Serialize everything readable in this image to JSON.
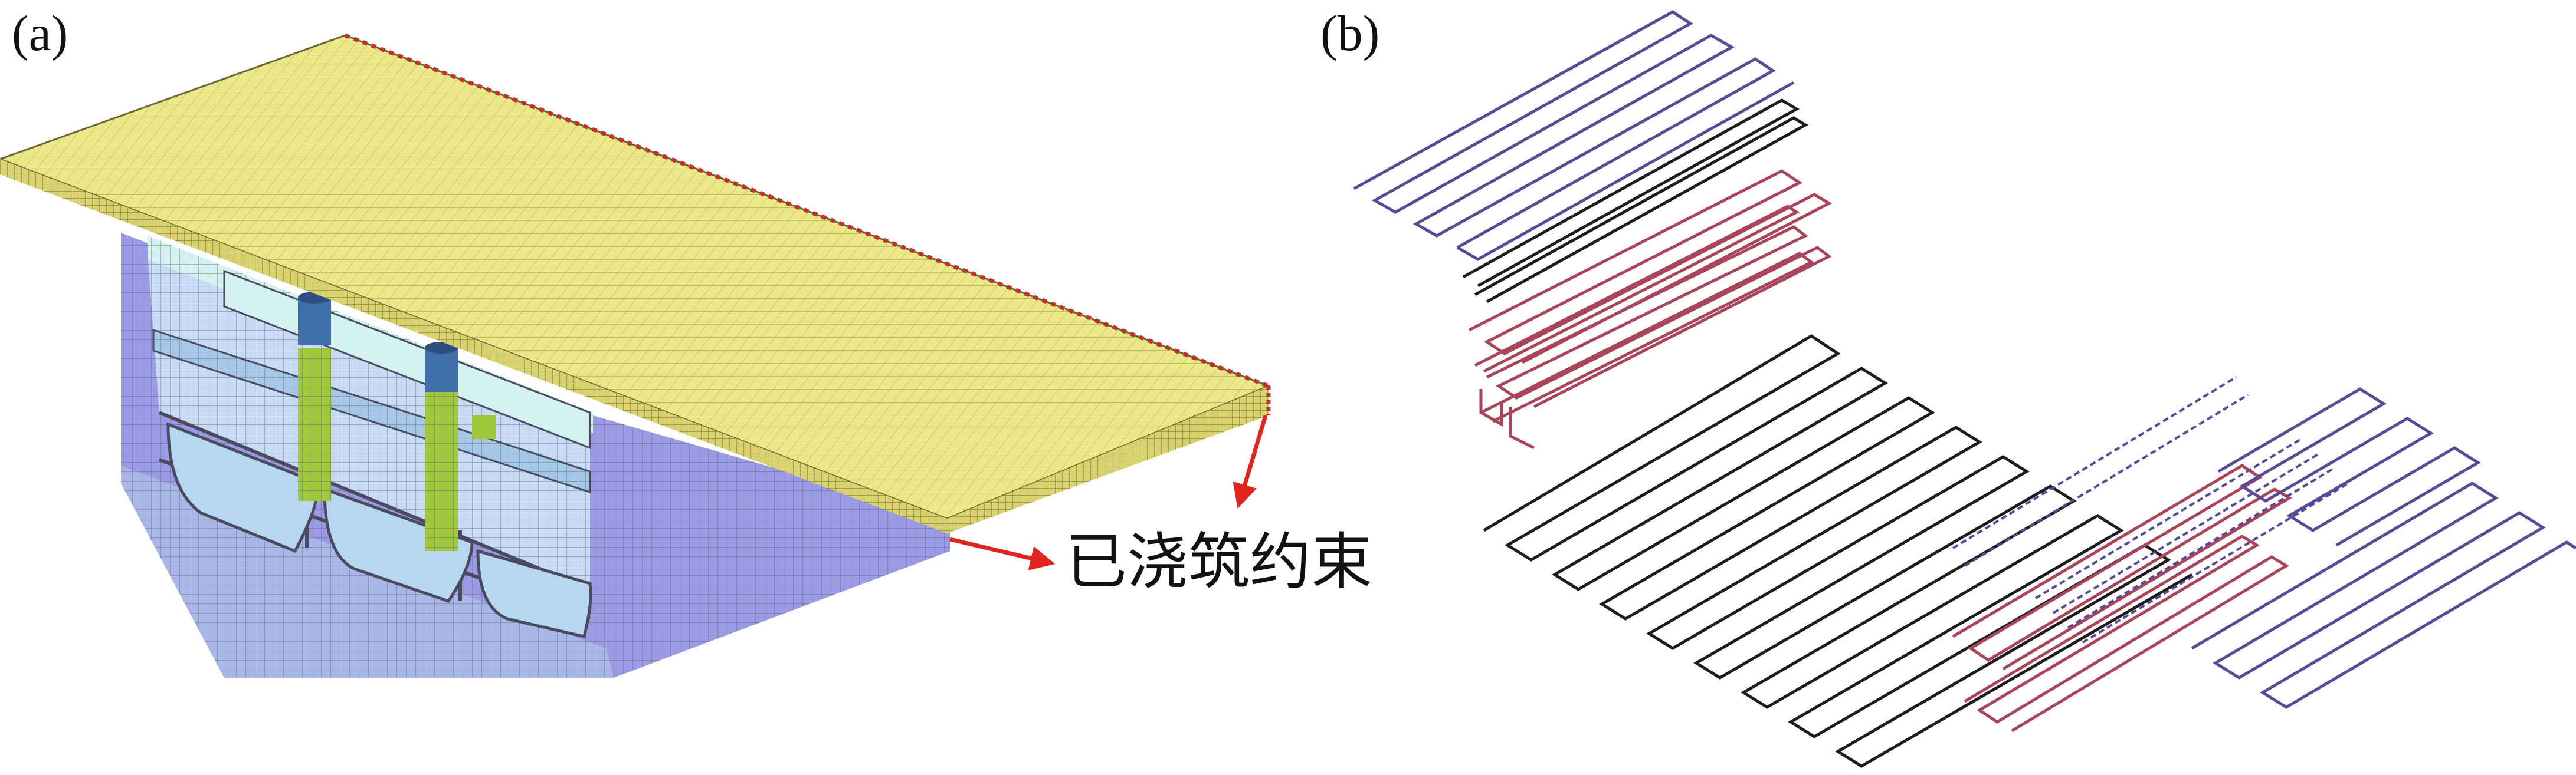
{
  "figure": {
    "panel_a_label": "(a)",
    "panel_b_label": "(b)",
    "constraint_annotation": "已浇筑约束"
  },
  "colors": {
    "deck_top": "#ece88a",
    "deck_edge": "#d9d36e",
    "deck_edge_marks": "#c0302c",
    "box_side": "#9a9ae6",
    "box_bottom_band": "#a9b7e8",
    "box_interior": "#c7dcf4",
    "box_interior_floor": "#b7d7f0",
    "upper_void": "#d3f2f0",
    "pillar": "#9fc93a",
    "pillar_cap": "#3f6fa8",
    "mesh_line": "#5a5a70",
    "arrow": "#e0251e",
    "pipe_black": "#1c1c1c",
    "pipe_purple": "#5a4a96",
    "pipe_red": "#a9445a"
  }
}
